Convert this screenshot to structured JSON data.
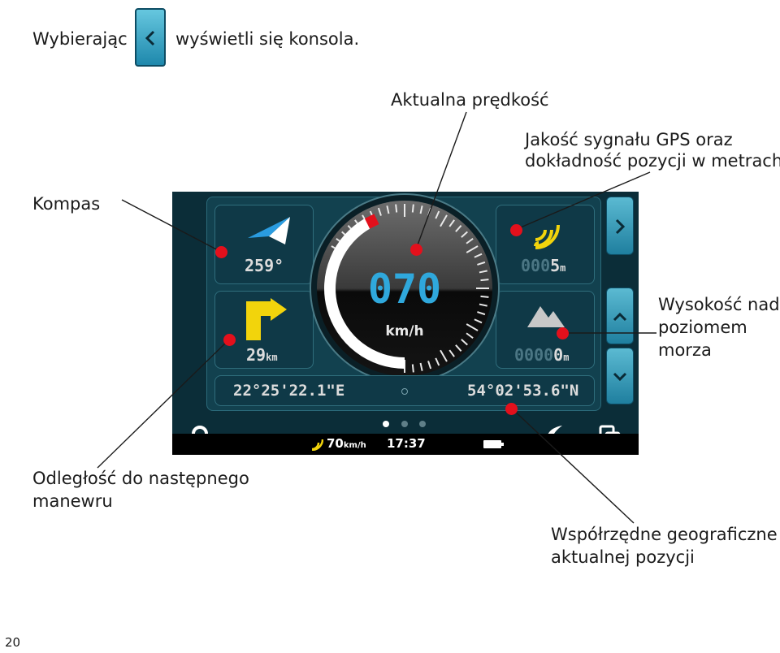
{
  "intro": {
    "before": "Wybierając",
    "after": "wyświetli się konsola."
  },
  "annotations": {
    "speed": "Aktualna prędkość",
    "gps_line1": "Jakość sygnału GPS oraz",
    "gps_line2": "dokładność pozycji w metrach",
    "compass": "Kompas",
    "altitude_line1": "Wysokość nad",
    "altitude_line2": "poziomem",
    "altitude_line3": "morza",
    "distance_line1": "Odległość do następnego",
    "distance_line2": "manewru",
    "coords_line1": "Współrzędne geograficzne",
    "coords_line2": "aktualnej pozycji"
  },
  "console": {
    "heading": "259°",
    "speed": "070",
    "speed_unit": "km/h",
    "gps_ghost": "000",
    "gps_value": "5",
    "gps_unit": "m",
    "distance_value": "29",
    "distance_unit": "km",
    "altitude_ghost": "0000",
    "altitude_value": "0",
    "altitude_unit": "m",
    "longitude": "22°25'22.1\"E",
    "latitude": "54°02'53.6\"N"
  },
  "statusbar": {
    "speed_value": "70",
    "speed_unit": "km/h",
    "time": "17:37"
  },
  "page_number": "20",
  "colors": {
    "accent_yellow": "#f2d40c",
    "marker_red": "#e3101c",
    "teal": "#2a9cc0",
    "device_bg": "#0b2d38"
  },
  "icons": [
    "chevron-left-icon",
    "chevron-right-icon",
    "chevron-up-icon",
    "chevron-down-icon",
    "compass-arrow-icon",
    "gps-signal-icon",
    "turn-right-icon",
    "mountain-icon",
    "search-icon",
    "back-arrow-icon",
    "windows-icon",
    "battery-icon"
  ]
}
